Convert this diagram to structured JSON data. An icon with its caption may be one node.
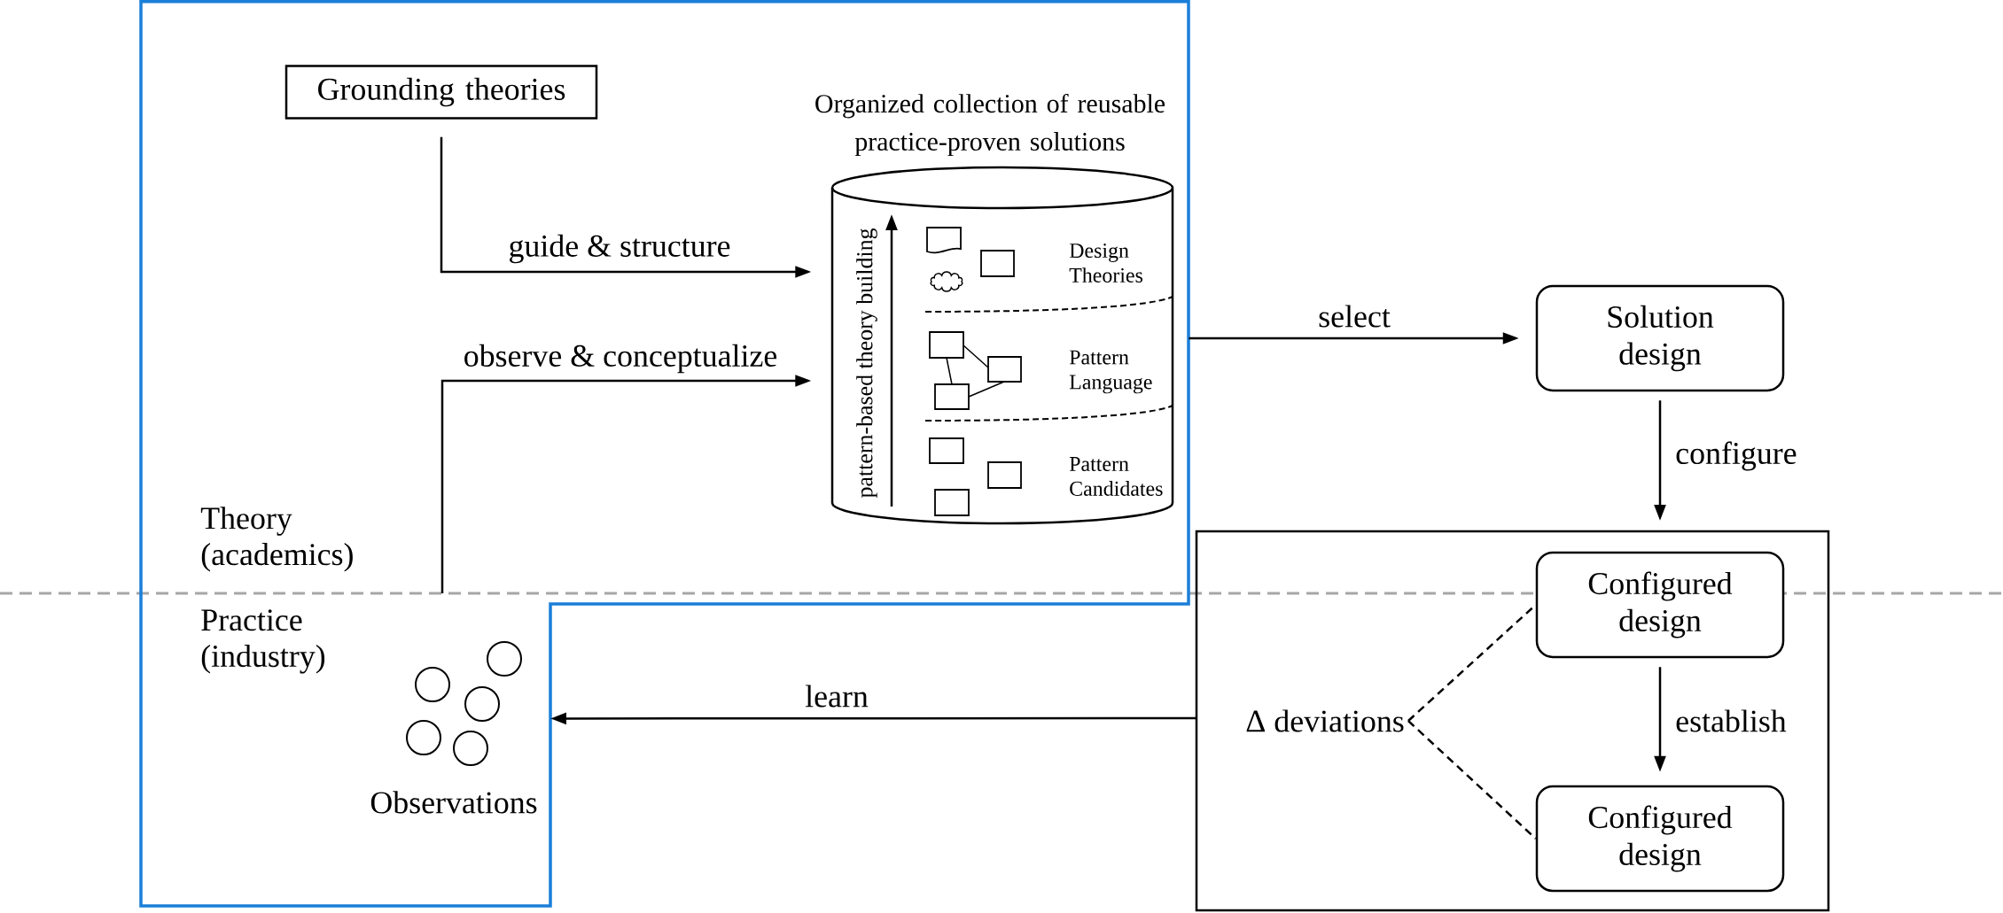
{
  "diagram": {
    "nodes": [
      {
        "text": [],
        "shape": "box"
      },
      {
        "text": [
          "Grounding theories"
        ],
        "in": 0
      },
      {
        "text": [
          "Organized collection of reusable practice-proven solutions",
          "pattern-based theory building",
          "Design Theories",
          "Pattern Language",
          "Pattern Candidates"
        ],
        "in": 0
      },
      {
        "text": [
          "Observations"
        ],
        "in": 0
      },
      {
        "text": [
          "Solution design"
        ]
      },
      {
        "text": [],
        "shape": "box"
      },
      {
        "text": [
          "Configured design"
        ],
        "in": 5
      },
      {
        "text": [
          "Configured design"
        ],
        "in": 5
      },
      {
        "text": [
          "Δ deviations"
        ],
        "in": 5
      }
    ],
    "edges": [
      {
        "from": 1,
        "to": 2,
        "arrow": "to",
        "label": "guide & structure"
      },
      {
        "from": 3,
        "to": 2,
        "arrow": "to",
        "label": "observe & conceptualize"
      },
      {
        "from": 0,
        "to": 4,
        "arrow": "to",
        "label": "select"
      },
      {
        "from": 4,
        "to": 5,
        "arrow": "to",
        "label": "configure"
      },
      {
        "from": 6,
        "to": 7,
        "arrow": "to",
        "label": "establish"
      },
      {
        "from": 5,
        "to": 0,
        "arrow": "to",
        "label": "learn"
      },
      {
        "from": 8,
        "to": 6,
        "arrow": "none",
        "style": "dashed"
      },
      {
        "from": 8,
        "to": 7,
        "arrow": "none",
        "style": "dashed"
      }
    ],
    "labels": [
      "Theory (academics)",
      "Practice (industry)"
    ]
  }
}
